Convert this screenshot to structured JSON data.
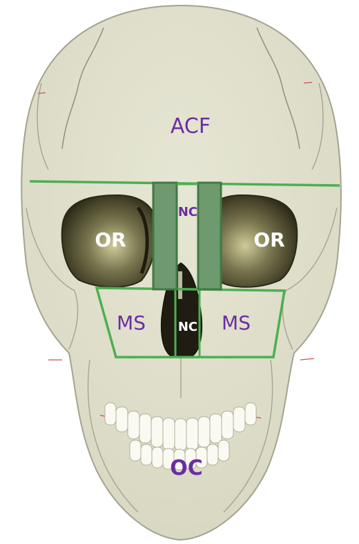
{
  "colors": {
    "bone": "#e2e2cf",
    "bone_shadow": "#c9c9b2",
    "outline": "#9a9a8a",
    "suture": "#8f8f80",
    "orbit_dark": "#3d3b22",
    "orbit_mid": "#7a7650",
    "cavity": "#1a1a10",
    "region_line": "#4caf50",
    "septum_fill": "#6f9a6f",
    "septum_stroke": "#3f7a42",
    "label_purple": "#6a2ea0",
    "label_white": "#ffffff",
    "vessel_red": "#d05050"
  },
  "labels": {
    "acf": "ACF",
    "or_left": "OR",
    "or_right": "OR",
    "nc_upper": "NC",
    "nc_lower": "NC",
    "ms_left": "MS",
    "ms_right": "MS",
    "oc": "OC"
  }
}
